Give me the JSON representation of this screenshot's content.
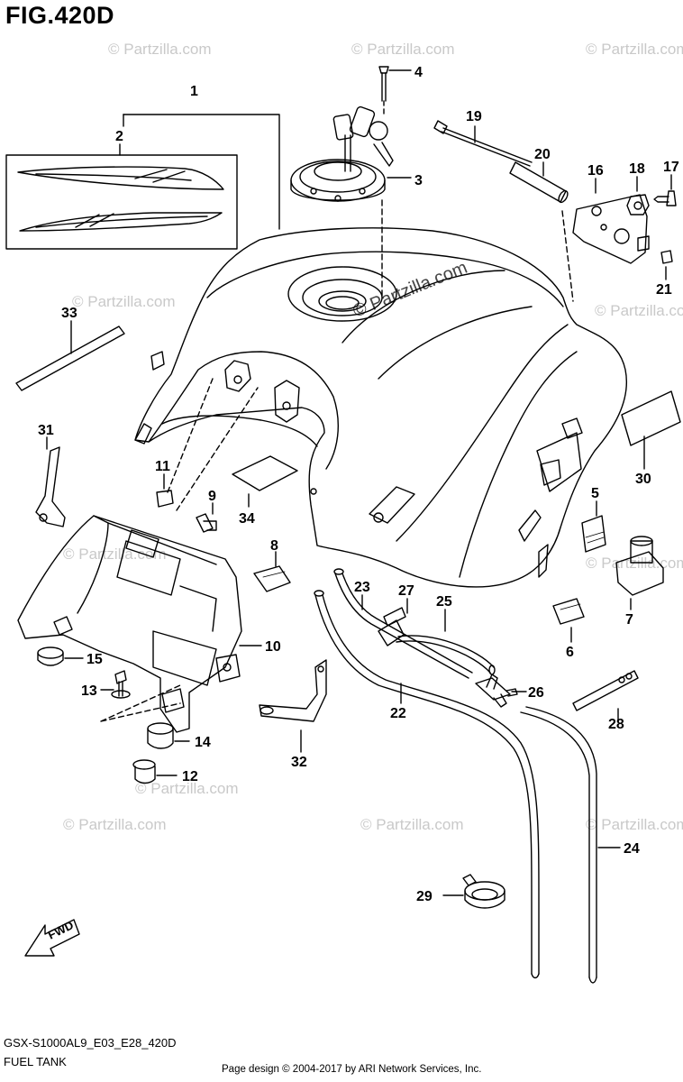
{
  "figure": {
    "title": "FIG.420D",
    "model_code": "GSX-S1000AL9_E03_E28_420D",
    "caption": "FUEL TANK",
    "footer": "Page design © 2004-2017 by ARI Network Services, Inc.",
    "fwd_label": "FWD"
  },
  "watermark": {
    "text": "© Partzilla.com",
    "center_text": "© Partzilla.com"
  },
  "callouts": [
    {
      "id": "1",
      "label": "1"
    },
    {
      "id": "2",
      "label": "2"
    },
    {
      "id": "3",
      "label": "3"
    },
    {
      "id": "4",
      "label": "4"
    },
    {
      "id": "5",
      "label": "5"
    },
    {
      "id": "6",
      "label": "6"
    },
    {
      "id": "7",
      "label": "7"
    },
    {
      "id": "8",
      "label": "8"
    },
    {
      "id": "9",
      "label": "9"
    },
    {
      "id": "10",
      "label": "10"
    },
    {
      "id": "11",
      "label": "11"
    },
    {
      "id": "12",
      "label": "12"
    },
    {
      "id": "13",
      "label": "13"
    },
    {
      "id": "14",
      "label": "14"
    },
    {
      "id": "15",
      "label": "15"
    },
    {
      "id": "16",
      "label": "16"
    },
    {
      "id": "17",
      "label": "17"
    },
    {
      "id": "18",
      "label": "18"
    },
    {
      "id": "19",
      "label": "19"
    },
    {
      "id": "20",
      "label": "20"
    },
    {
      "id": "21",
      "label": "21"
    },
    {
      "id": "22",
      "label": "22"
    },
    {
      "id": "23",
      "label": "23"
    },
    {
      "id": "24",
      "label": "24"
    },
    {
      "id": "25",
      "label": "25"
    },
    {
      "id": "26",
      "label": "26"
    },
    {
      "id": "27",
      "label": "27"
    },
    {
      "id": "28",
      "label": "28"
    },
    {
      "id": "29",
      "label": "29"
    },
    {
      "id": "30",
      "label": "30"
    },
    {
      "id": "31",
      "label": "31"
    },
    {
      "id": "32",
      "label": "32"
    },
    {
      "id": "33",
      "label": "33"
    },
    {
      "id": "34",
      "label": "34"
    }
  ]
}
